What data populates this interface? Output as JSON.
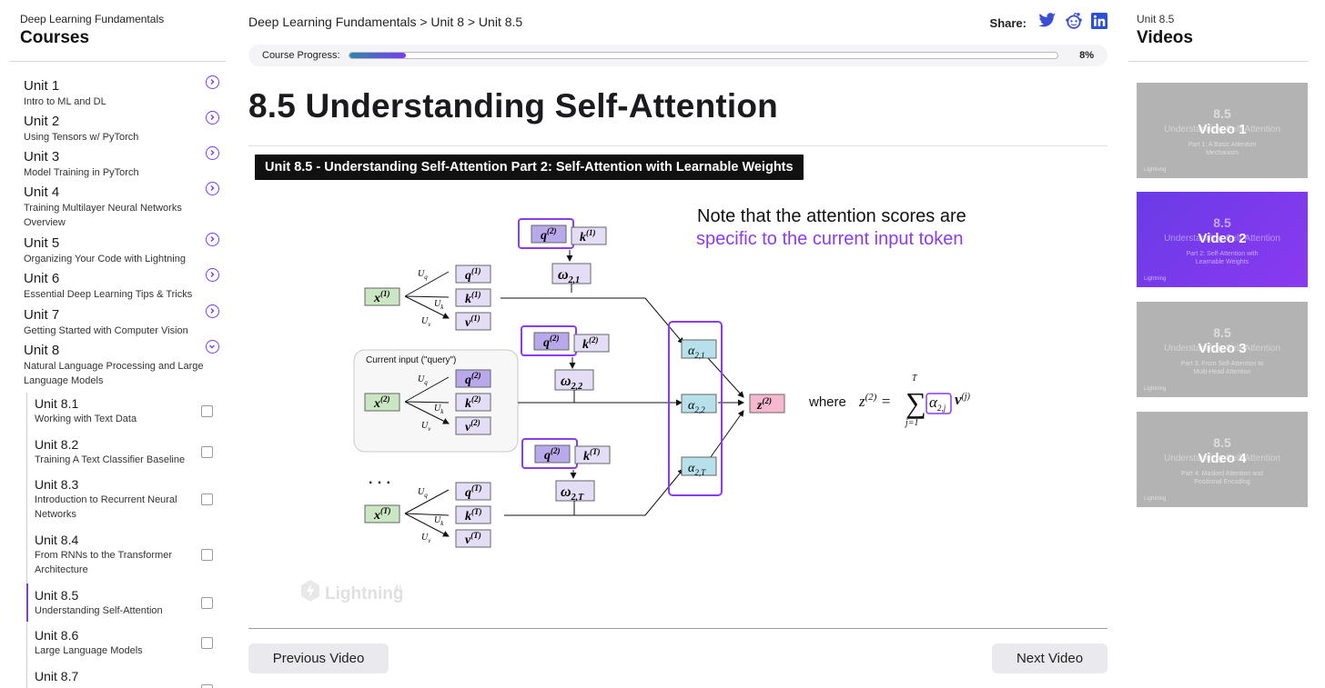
{
  "sidebar": {
    "course_name": "Deep Learning Fundamentals",
    "title": "Courses",
    "units": [
      {
        "title": "Unit 1",
        "subtitle": "Intro to ML and DL"
      },
      {
        "title": "Unit 2",
        "subtitle": "Using Tensors w/ PyTorch"
      },
      {
        "title": "Unit 3",
        "subtitle": "Model Training in PyTorch"
      },
      {
        "title": "Unit 4",
        "subtitle": "Training Multilayer Neural Networks Overview"
      },
      {
        "title": "Unit 5",
        "subtitle": "Organizing Your Code with Lightning"
      },
      {
        "title": "Unit 6",
        "subtitle": "Essential Deep Learning Tips & Tricks"
      },
      {
        "title": "Unit 7",
        "subtitle": "Getting Started with Computer Vision"
      },
      {
        "title": "Unit 8",
        "subtitle": "Natural Language Processing and Large Language Models"
      }
    ],
    "subunits": [
      {
        "title": "Unit 8.1",
        "subtitle": "Working with Text Data"
      },
      {
        "title": "Unit 8.2",
        "subtitle": "Training A Text Classifier Baseline"
      },
      {
        "title": "Unit 8.3",
        "subtitle": "Introduction to Recurrent Neural Networks"
      },
      {
        "title": "Unit 8.4",
        "subtitle": "From RNNs to the Transformer Architecture"
      },
      {
        "title": "Unit 8.5",
        "subtitle": "Understanding Self-Attention"
      },
      {
        "title": "Unit 8.6",
        "subtitle": "Large Language Models"
      },
      {
        "title": "Unit 8.7",
        "subtitle": ""
      }
    ]
  },
  "header": {
    "breadcrumb": "Deep Learning Fundamentals > Unit 8 > Unit 8.5",
    "share_label": "Share:",
    "share_icons": [
      "twitter-icon",
      "reddit-icon",
      "linkedin-icon"
    ]
  },
  "progress": {
    "label": "Course Progress:",
    "value": 8,
    "display": "8%"
  },
  "main": {
    "title": "8.5 Understanding Self-Attention",
    "video_caption": "Unit 8.5 - Understanding Self-Attention Part 2: Self-Attention with Learnable Weights",
    "prev_label": "Previous Video",
    "next_label": "Next Video"
  },
  "slide": {
    "note_line1": "Note that the attention scores are",
    "note_line2": "specific to the current input token",
    "current_input_label": "Current input (\"query\")",
    "where_label": "where",
    "ellipsis": "· · ·",
    "watermark": "Lightning",
    "watermark_sup": "AI",
    "accent": "#8a3cf0"
  },
  "videos": {
    "unit_label": "Unit 8.5",
    "title": "Videos",
    "items": [
      {
        "number": "8.5",
        "label": "Video 1",
        "bg_title": "Understanding Self-Attention",
        "sub": "Part 1: A Basic Attention Mechanism",
        "active": false
      },
      {
        "number": "8.5",
        "label": "Video 2",
        "bg_title": "Understanding Self-Attention",
        "sub": "Part 2: Self-Attention with Learnable Weights",
        "active": true
      },
      {
        "number": "8.5",
        "label": "Video 3",
        "bg_title": "Understanding Self-Attention",
        "sub": "Part 3: From Self-Attention to Multi-Head Attention",
        "active": false
      },
      {
        "number": "8.5",
        "label": "Video 4",
        "bg_title": "Understanding Self-Attention",
        "sub": "Part 4: Masked Attention and Positional Encoding",
        "active": false
      }
    ],
    "thumb_logo": "Lightning"
  },
  "colors": {
    "accent": "#7a3cf0",
    "twitter": "#1d9bf0",
    "reddit": "#3b4fd6",
    "linkedin": "#2d4fd6"
  }
}
